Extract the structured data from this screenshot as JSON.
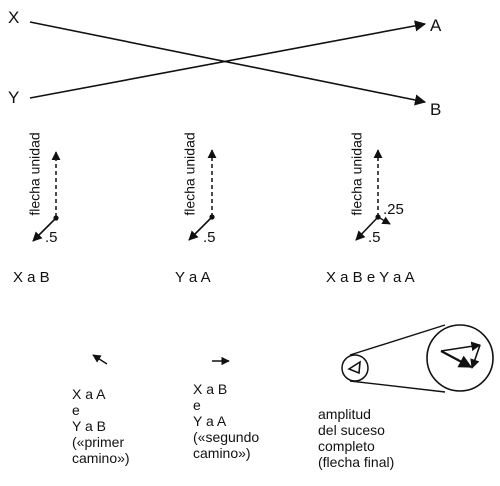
{
  "top": {
    "label_x": "X",
    "label_y": "Y",
    "label_a": "A",
    "label_b": "B"
  },
  "panels": [
    {
      "axis_label": "flecha unidad",
      "value_a": ".5",
      "value_b": "",
      "caption": "X a B"
    },
    {
      "axis_label": "flecha unidad",
      "value_a": ".5",
      "value_b": "",
      "caption": "Y a A"
    },
    {
      "axis_label": "flecha unidad",
      "value_a": ".5",
      "value_b": ".25",
      "caption": "X a B e Y a A"
    }
  ],
  "bottom": {
    "first": {
      "line1": "X a A",
      "line2": "e",
      "line3": "Y a B",
      "line4": "(«primer",
      "line5": "camino»)"
    },
    "second": {
      "line1": "X a B",
      "line2": "e",
      "line3": "Y a A",
      "line4": "(«segundo",
      "line5": "camino»)"
    },
    "final": {
      "line1": "amplitud",
      "line2": "del suceso",
      "line3": "completo",
      "line4": "(flecha final)"
    }
  }
}
